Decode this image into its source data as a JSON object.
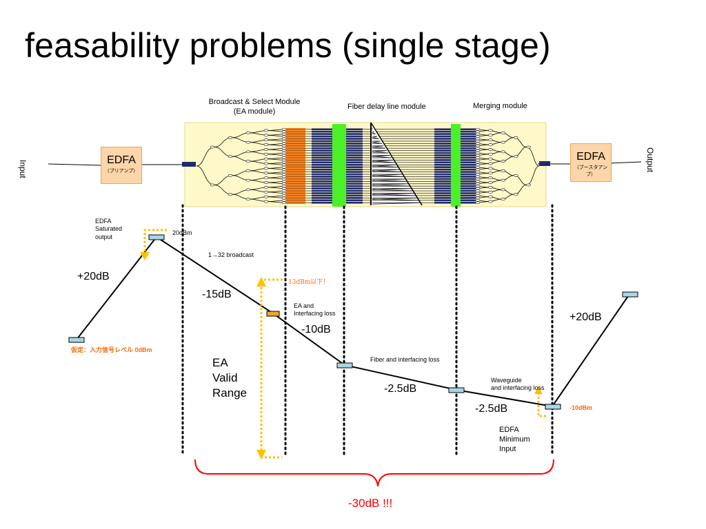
{
  "title": "feasability problems (single stage)",
  "modules": {
    "broadcast_select": "Broadcast & Select Module",
    "broadcast_select_sub": "(EA module)",
    "fiber_delay": "Fiber delay line module",
    "merging": "Merging module"
  },
  "edfa_pre": {
    "label": "EDFA",
    "sub": "（プリアンプ）"
  },
  "edfa_boost": {
    "label": "EDFA",
    "sub": "（ブースタアンプ）"
  },
  "io": {
    "input": "Input",
    "output": "Output"
  },
  "annotations": {
    "edfa_saturated": [
      "EDFA",
      "Saturated",
      "output"
    ],
    "level_20dbm": "20dBm",
    "broadcast": "1→32 broadcast",
    "ea_limit": "13dBm以下！",
    "ea_loss": [
      "EA and",
      "Interfacing loss"
    ],
    "fiber_loss": "Fiber and interfacing loss",
    "waveguide_loss": [
      "Waveguide",
      "and interfacing loss"
    ],
    "input_assumption": "仮定：入力信号レベル 0dBm",
    "minus10dbm": "-10dBm",
    "ea_valid_range": [
      "EA",
      "Valid",
      "Range"
    ],
    "edfa_min_input": [
      "EDFA",
      "Minimum",
      "Input"
    ],
    "total": "-30dB !!!"
  },
  "gains": {
    "pre_gain": "+20dB",
    "ea_loss": "-15dB",
    "fiber_loss": "-10dB",
    "merge_loss_a": "-2.5dB",
    "merge_loss_b": "-2.5dB",
    "boost_gain": "+20dB"
  },
  "colors": {
    "module_bg": "#fff9c9",
    "module_border": "#e3d98a",
    "orange_block": "#f58220",
    "green_block": "#4cf028",
    "navy_block": "#1f2a6b",
    "marker_fill": "#aad6e6",
    "marker_ea_fill": "#f5a623",
    "dotted_yellow": "#ffc000",
    "brace_red": "#ff0000",
    "text_orange": "#ff6600"
  }
}
